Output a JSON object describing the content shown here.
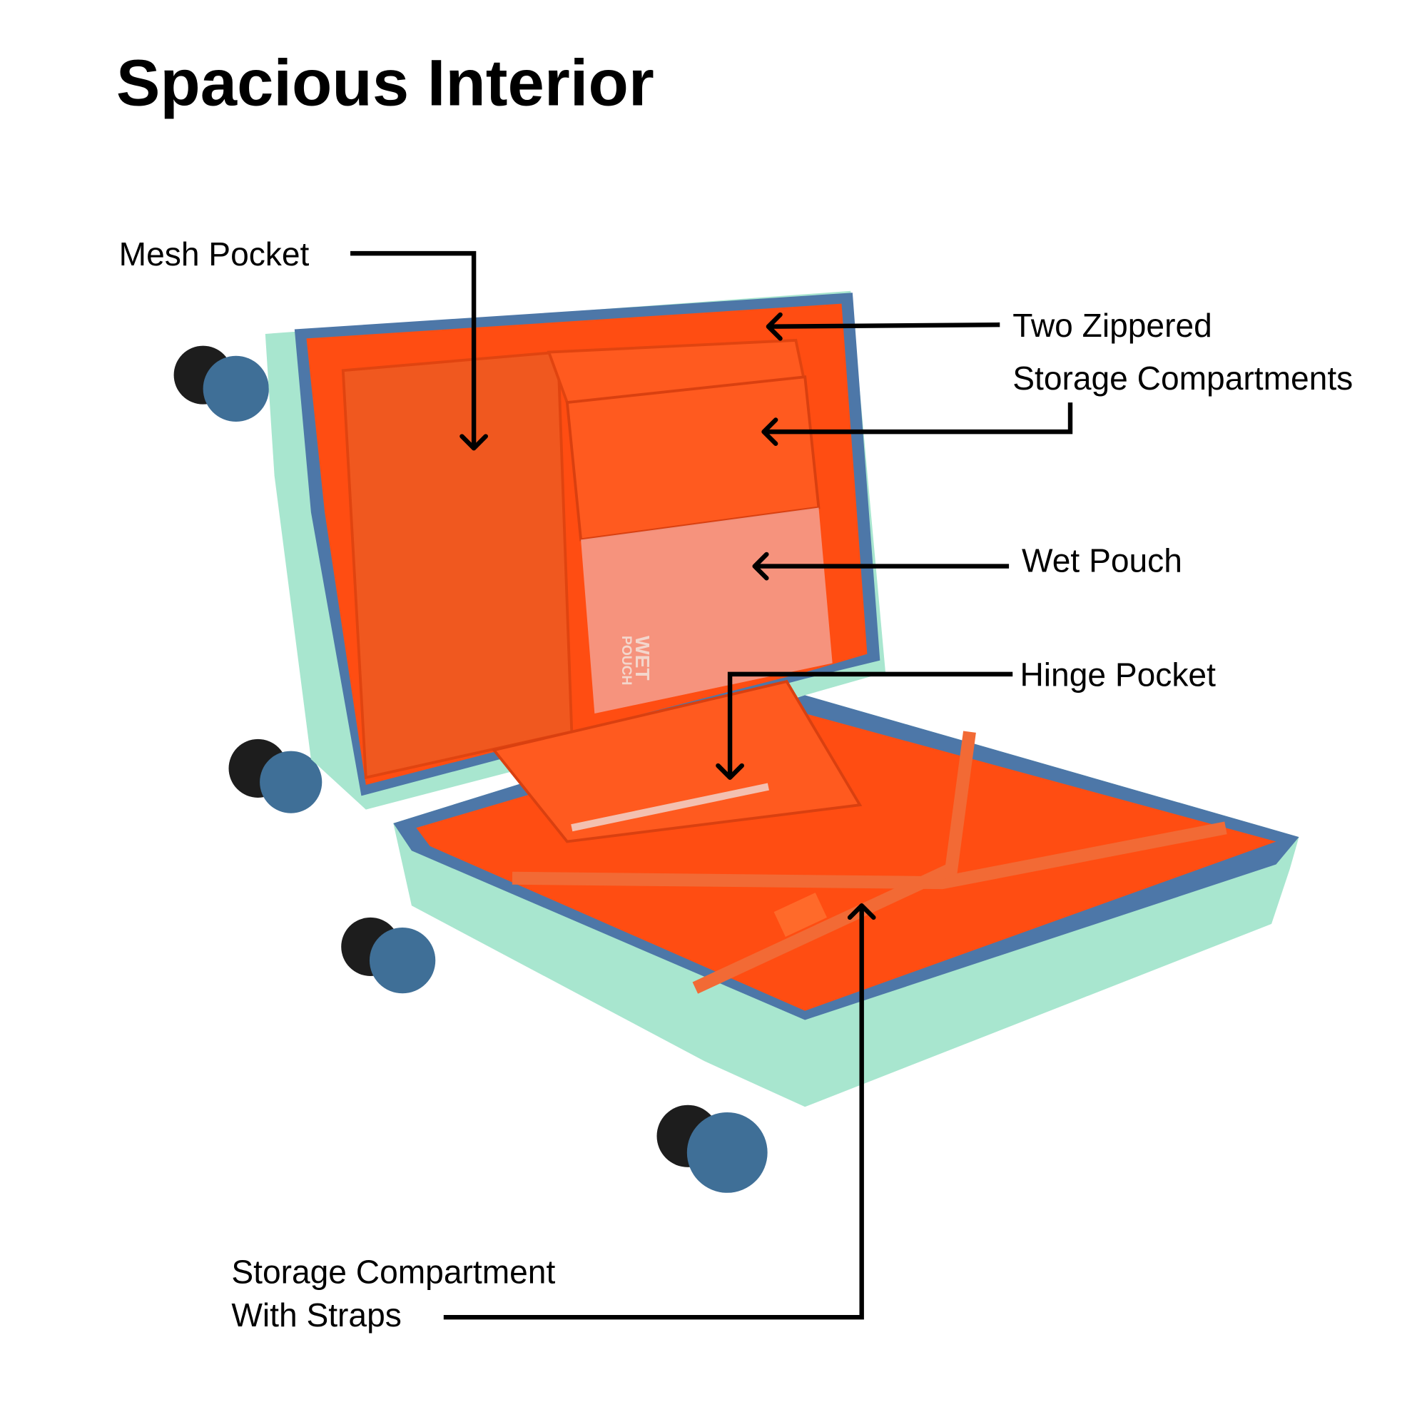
{
  "title": "Spacious Interior",
  "callouts": {
    "mesh_pocket": "Mesh Pocket",
    "two_zippered_line1": "Two Zippered",
    "two_zippered_line2": "Storage  Compartments",
    "wet_pouch": "Wet Pouch",
    "hinge_pocket": "Hinge Pocket",
    "storage_straps_line1": "Storage Compartment",
    "storage_straps_line2": "With Straps"
  },
  "product": {
    "pouch_print_line1": "WET",
    "pouch_print_line2": "POUCH"
  },
  "colors": {
    "shell": "#a8e6cf",
    "lining": "#ff4d12",
    "zipper": "#4d77a8",
    "wheel": "#1d1d1d",
    "hub": "#3f6f97"
  }
}
